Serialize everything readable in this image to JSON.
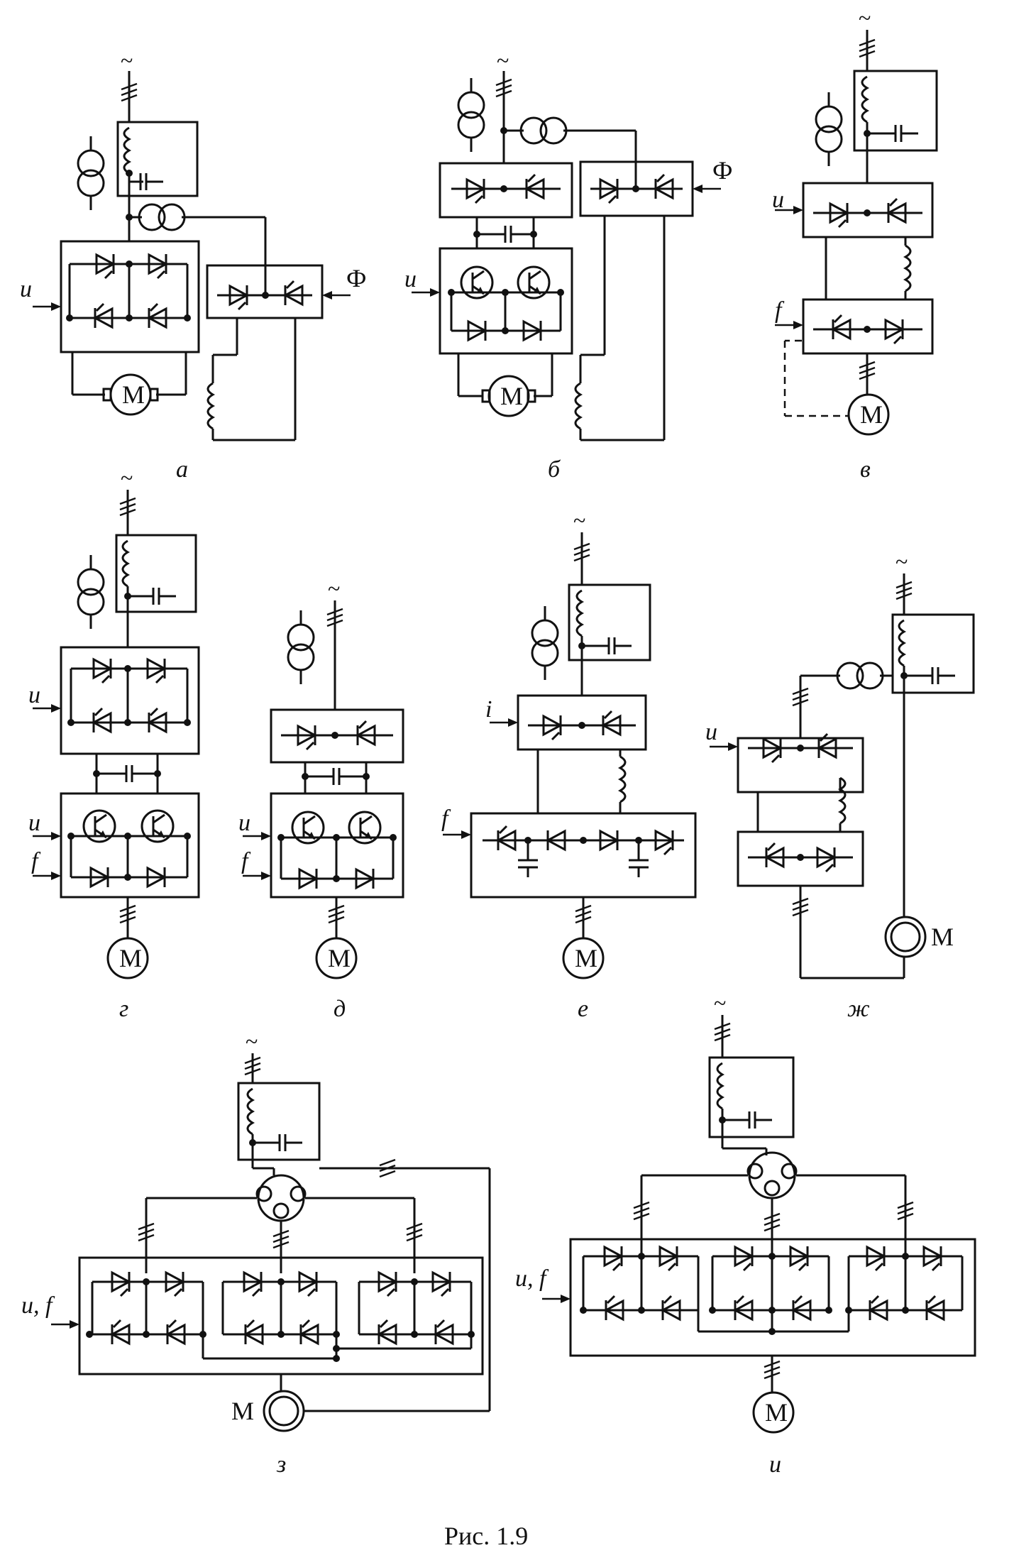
{
  "figure": {
    "caption": "Рис. 1.9",
    "panels": [
      {
        "id": "a",
        "label": "а"
      },
      {
        "id": "b",
        "label": "б"
      },
      {
        "id": "v",
        "label": "в"
      },
      {
        "id": "g",
        "label": "г"
      },
      {
        "id": "d",
        "label": "д"
      },
      {
        "id": "e",
        "label": "е"
      },
      {
        "id": "zh",
        "label": "ж"
      },
      {
        "id": "z",
        "label": "з"
      },
      {
        "id": "i",
        "label": "и"
      }
    ]
  },
  "symbols": {
    "ac": "~",
    "motor": "M",
    "flux": "Ф",
    "u": "u",
    "f": "f",
    "i": "i",
    "uf": "u, f"
  }
}
